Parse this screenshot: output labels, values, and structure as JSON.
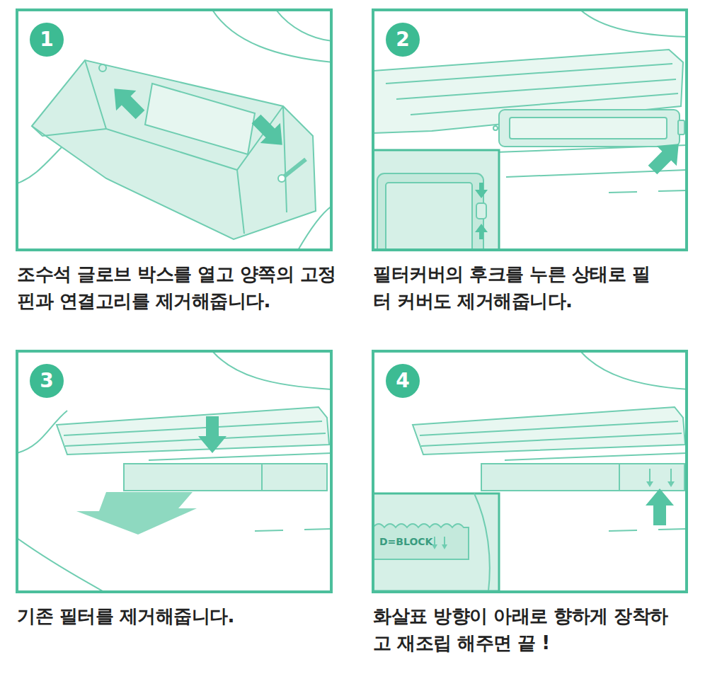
{
  "diagram": {
    "nodes": [
      {
        "text": [
          "조수석 글로브 박스를 열고 양쪽의 고정핀과 연결고리를 제거해줍니다."
        ]
      },
      {
        "text": [
          "1"
        ],
        "in": 0
      },
      {
        "text": [
          "필터커버의 후크를 누른 상태로 필터 커버도 제거해줍니다."
        ]
      },
      {
        "text": [
          "2"
        ],
        "in": 2
      },
      {
        "text": [
          "기존 필터를 제거해줍니다."
        ]
      },
      {
        "text": [
          "3"
        ],
        "in": 4
      },
      {
        "text": [
          "화살표 방향이 아래로 향하게 장착하고 재조립 해주면 끝 !"
        ]
      },
      {
        "text": [
          "4"
        ],
        "in": 6
      }
    ],
    "labels": [
      "D=BLOCK"
    ]
  }
}
